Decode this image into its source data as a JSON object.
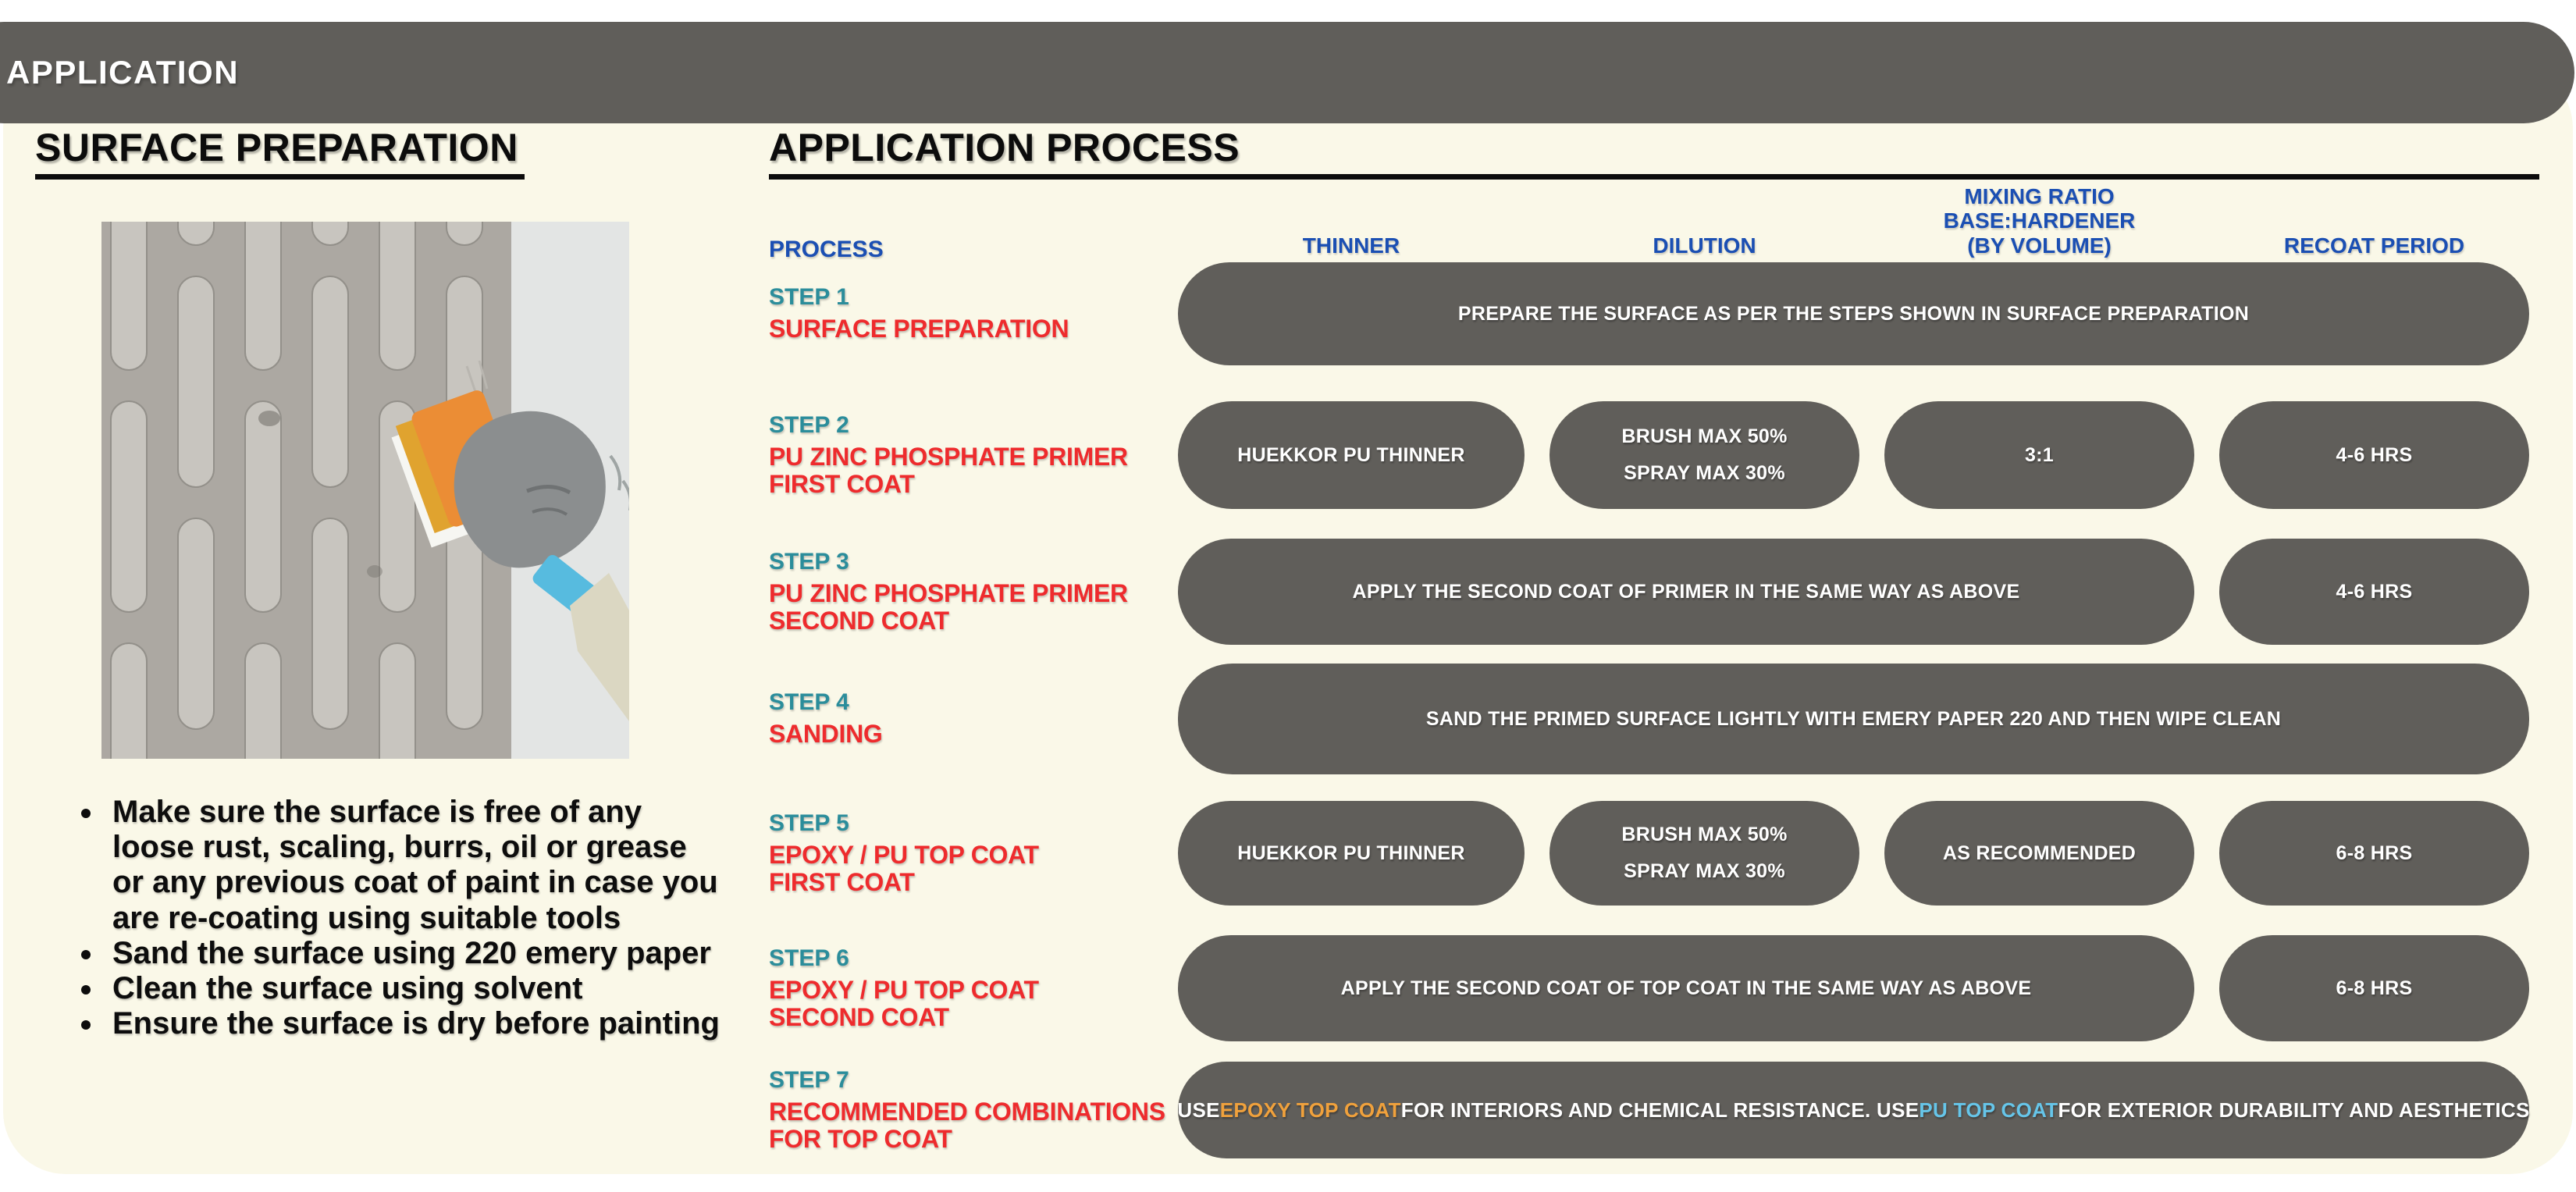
{
  "header": {
    "title": "APPLICATION"
  },
  "surface_preparation": {
    "heading": "SURFACE PREPARATION",
    "bullets": [
      "Make sure the surface is free of any loose rust, scaling, burrs, oil or grease or any previous coat of paint in case you are re-coating using suitable tools",
      "Sand the surface using 220 emery paper",
      "Clean the surface using solvent",
      "Ensure the surface is dry before painting"
    ]
  },
  "application_process": {
    "heading": "APPLICATION PROCESS",
    "process_label": "PROCESS",
    "columns": {
      "thinner": "THINNER",
      "dilution": "DILUTION",
      "mixing_ratio_line1": "MIXING RATIO BASE:HARDENER",
      "mixing_ratio_line2": "(BY VOLUME)",
      "recoat": "RECOAT PERIOD"
    },
    "rows": [
      {
        "step": "STEP 1",
        "name": "SURFACE PREPARATION",
        "span": "PREPARE THE SURFACE AS PER THE STEPS SHOWN IN SURFACE PREPARATION"
      },
      {
        "step": "STEP 2",
        "name": "PU ZINC PHOSPHATE PRIMER\nFIRST COAT",
        "thinner": "HUEKKOR PU THINNER",
        "dilution": "BRUSH MAX 50%\nSPRAY MAX 30%",
        "ratio": "3:1",
        "recoat": "4-6 HRS"
      },
      {
        "step": "STEP 3",
        "name": "PU ZINC PHOSPHATE PRIMER\nSECOND COAT",
        "span": "APPLY THE SECOND COAT OF PRIMER IN THE SAME WAY AS ABOVE",
        "recoat": "4-6 HRS"
      },
      {
        "step": "STEP 4",
        "name": "SANDING",
        "span": "SAND THE PRIMED SURFACE LIGHTLY WITH EMERY PAPER 220 AND THEN WIPE CLEAN"
      },
      {
        "step": "STEP 5",
        "name": "EPOXY / PU TOP COAT\nFIRST COAT",
        "thinner": "HUEKKOR PU THINNER",
        "dilution": "BRUSH MAX 50%\nSPRAY MAX 30%",
        "ratio": "AS RECOMMENDED",
        "recoat": "6-8 HRS"
      },
      {
        "step": "STEP 6",
        "name": "EPOXY / PU TOP COAT\nSECOND COAT",
        "span": "APPLY THE SECOND COAT OF TOP COAT IN THE SAME WAY AS ABOVE",
        "recoat": "6-8 HRS"
      },
      {
        "step": "STEP 7",
        "name": "RECOMMENDED COMBINATIONS\nFOR TOP COAT",
        "span_parts": [
          {
            "text": "USE "
          },
          {
            "text": "EPOXY TOP COAT"
          },
          {
            "text": " FOR INTERIORS AND CHEMICAL RESISTANCE. USE "
          },
          {
            "text": "PU TOP COAT"
          },
          {
            "text": " FOR EXTERIOR DURABILITY AND AESTHETICS"
          }
        ]
      }
    ]
  },
  "colors": {
    "panel_cream": "#FAF8E8",
    "pill_gray": "#605E5A",
    "accent_blue": "#1B4FB3",
    "step_teal": "#2B8D9B",
    "step_red": "#EE2B2D",
    "epoxy_orange": "#F0A13C",
    "pu_light_blue": "#66C5E9"
  }
}
